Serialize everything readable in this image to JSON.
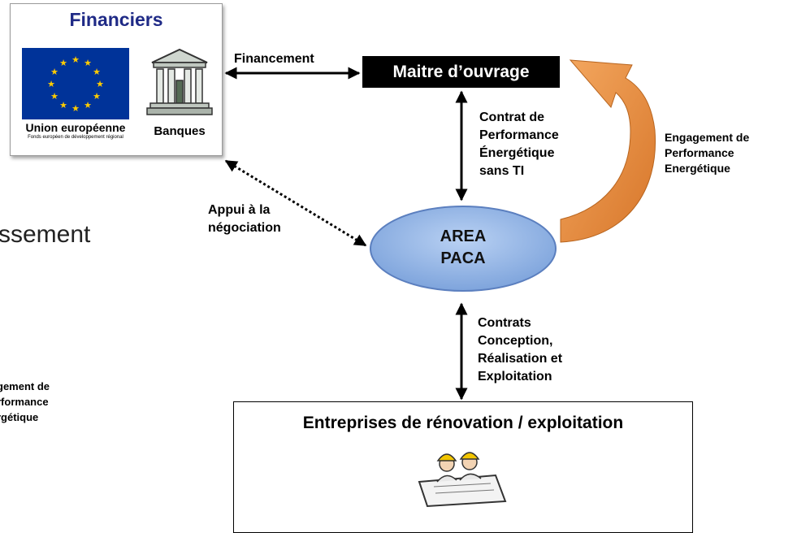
{
  "financiers": {
    "title": "Financiers",
    "eu_label": "Union européenne",
    "eu_sublabel": "Fonds européen de développement régional",
    "bank_label": "Banques"
  },
  "maitre_ouvrage": "Maitre d’ouvrage",
  "financement": "Financement",
  "contrat_cpe": [
    "Contrat de",
    "Performance",
    "Énergétique",
    "sans TI"
  ],
  "engagement": [
    "Engagement de",
    "Performance",
    "Energétique"
  ],
  "appui": [
    "Appui à la",
    "négociation"
  ],
  "area": [
    "AREA",
    "PACA"
  ],
  "contrats": [
    "Contrats",
    "Conception,",
    "Réalisation et",
    "Exploitation"
  ],
  "entreprises": "Entreprises de rénovation / exploitation",
  "background": {
    "partial_text": "ssement",
    "faint_label": [
      "gement de",
      "rformance",
      "rgétique"
    ]
  },
  "colors": {
    "title_blue": "#1f2a86",
    "eu_blue": "#003399",
    "eu_gold": "#ffcc00",
    "ellipse_fill": "#8fb2e6",
    "curve_orange": "#e6893a"
  }
}
